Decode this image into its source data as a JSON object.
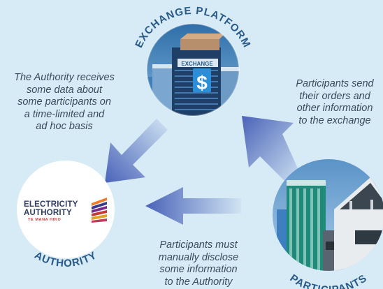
{
  "nodes": {
    "exchange": {
      "label": "EXCHANGE PLATFORM",
      "sign": "EXCHANGE",
      "symbol": "$"
    },
    "authority": {
      "label": "AUTHORITY",
      "logo_line1": "ELECTRICITY",
      "logo_line2": "AUTHORITY",
      "logo_line3": "TE MANA HIKO"
    },
    "participants": {
      "label": "PARTICIPANTS"
    }
  },
  "notes": {
    "authority_receives": [
      "The Authority receives",
      "some data about",
      "some participants on",
      "a time-limited and",
      "ad hoc basis"
    ],
    "participants_send": [
      "Participants send",
      "their orders and",
      "other information",
      "to the exchange"
    ],
    "participants_disclose": [
      "Participants must",
      "manually disclose",
      "some information",
      "to the Authority"
    ]
  },
  "colors": {
    "background": "#d7ebf6",
    "arrow": "#4a63b8",
    "label": "#27598a",
    "note_text": "#3a4a5a"
  }
}
